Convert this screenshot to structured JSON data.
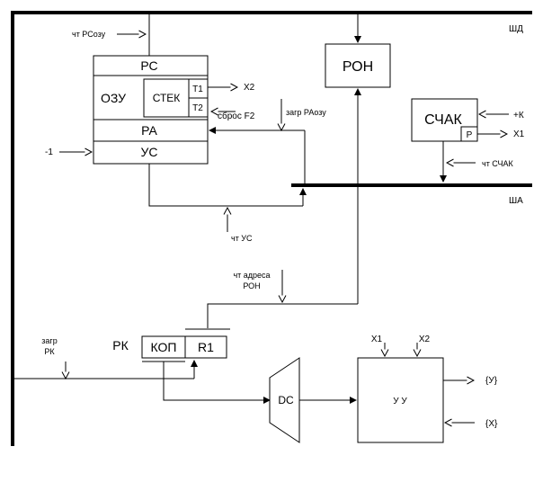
{
  "buses": {
    "data_bus": "ШД",
    "address_bus": "ША"
  },
  "ram": {
    "pc": "РС",
    "name": "ОЗУ",
    "stack": "СТЕК",
    "t1": "T1",
    "t2": "T2",
    "ra": "РА",
    "us": "УС",
    "read_pc_signal": "чт РСозу",
    "x2_out": "X2",
    "reset_f2": "сброс F2",
    "load_ra_signal": "загр РАозу",
    "minus_one": "-1",
    "read_us_signal": "чт УС"
  },
  "gpr": {
    "name": "РОН",
    "read_addr_line1": "чт адреса",
    "read_addr_line2": "РОН"
  },
  "counter": {
    "name": "СЧАК",
    "p_label": "Р",
    "plus_k": "+К",
    "x1_out": "X1",
    "read_signal": "чт СЧАК"
  },
  "instr_reg": {
    "name": "РК",
    "opcode": "КОП",
    "r1": "R1",
    "load_line1": "загр",
    "load_line2": "РК"
  },
  "decoder": {
    "name": "DC"
  },
  "control_unit": {
    "name": "У У",
    "x1_in": "X1",
    "x2_in": "X2",
    "y_out": "{У}",
    "x_in": "{Х}"
  }
}
